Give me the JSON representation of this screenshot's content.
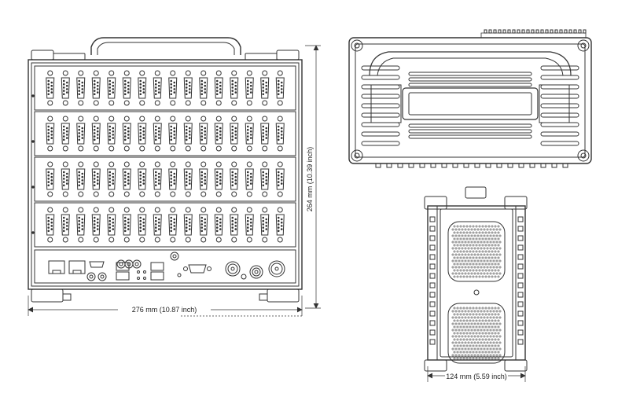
{
  "dimensions": {
    "width": "276 mm (10.87 inch)",
    "height": "264 mm (10.39 inch)",
    "depth": "124 mm (5.59 inch)"
  },
  "front_panel": {
    "connector_rows": 4,
    "connectors_per_row": 16
  },
  "colors": {
    "line": "#333333",
    "light_line": "#777777",
    "fill_light": "#f1f1f1",
    "background": "#ffffff"
  }
}
